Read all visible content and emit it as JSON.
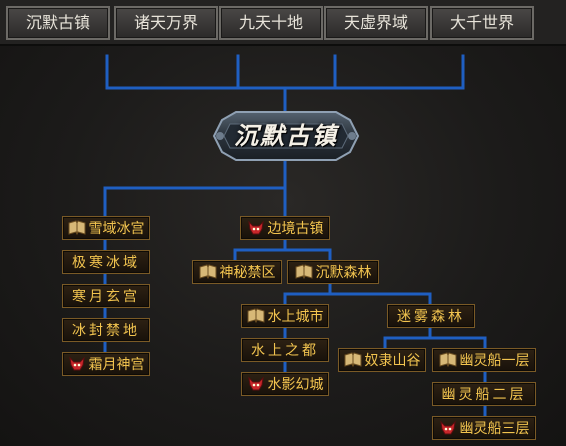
{
  "tabs": [
    {
      "label": "沉默古镇",
      "active": true
    },
    {
      "label": "诸天万界",
      "active": false
    },
    {
      "label": "九天十地",
      "active": false
    },
    {
      "label": "天虚界域",
      "active": false
    },
    {
      "label": "大千世界",
      "active": false
    }
  ],
  "center": {
    "title": "沉默古镇"
  },
  "colors": {
    "wire": "#1f5fc2",
    "node_text": "#f2c44f",
    "active_tab": "#39e639"
  },
  "nodes": {
    "xueyu": {
      "label": "雪域冰宫",
      "icon": "book-icon"
    },
    "jihan": {
      "label": "极寒冰域",
      "icon": ""
    },
    "hanyue": {
      "label": "寒月玄宫",
      "icon": ""
    },
    "bingfeng": {
      "label": "冰封禁地",
      "icon": ""
    },
    "shuangyue": {
      "label": "霜月神宫",
      "icon": "demon-icon"
    },
    "bianjing": {
      "label": "边境古镇",
      "icon": "demon-icon"
    },
    "shenmi": {
      "label": "神秘禁区",
      "icon": "book-icon"
    },
    "senlin": {
      "label": "沉默森林",
      "icon": "book-icon"
    },
    "shuishang": {
      "label": "水上城市",
      "icon": "book-icon"
    },
    "mimu": {
      "label": "迷雾森林",
      "icon": ""
    },
    "shuishangzhidu": {
      "label": "水上之都",
      "icon": ""
    },
    "shuiying": {
      "label": "水影幻城",
      "icon": "demon-icon"
    },
    "nuli": {
      "label": "奴隶山谷",
      "icon": "book-icon"
    },
    "youling1": {
      "label": "幽灵船一层",
      "icon": "book-icon"
    },
    "youling2": {
      "label": "幽灵船二层",
      "icon": ""
    },
    "youling3": {
      "label": "幽灵船三层",
      "icon": "demon-icon"
    }
  }
}
